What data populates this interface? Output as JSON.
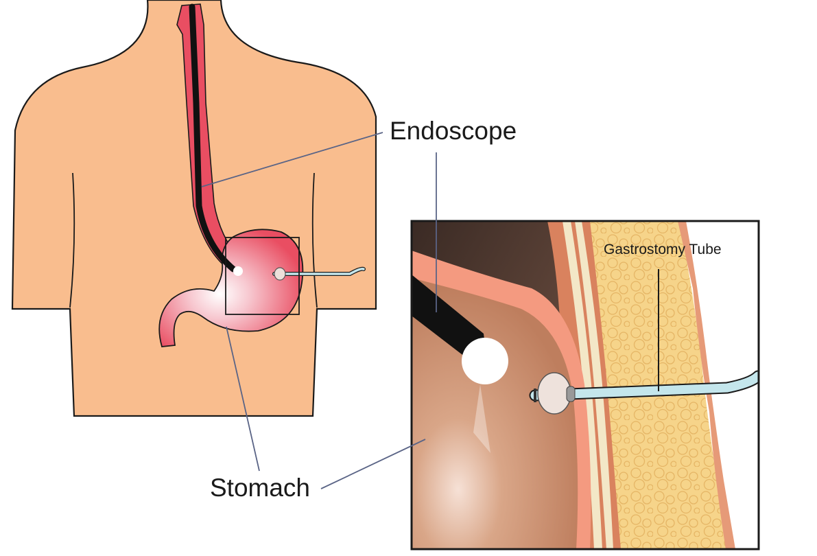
{
  "labels": {
    "endoscope": "Endoscope",
    "stomach": "Stomach",
    "gastrostomy_tube": "Gastrostomy Tube"
  },
  "colors": {
    "skin": "#F9BD8E",
    "outline": "#1a1a1a",
    "esophagus": "#E94E62",
    "stomach": "#E94E62",
    "endoscope": "#111111",
    "tube": "#C4E6EC",
    "leader_line": "#5A6486",
    "fat_layer": "#F6D48A",
    "muscle_layer": "#D9825E",
    "stomach_interior": "#C38462"
  }
}
